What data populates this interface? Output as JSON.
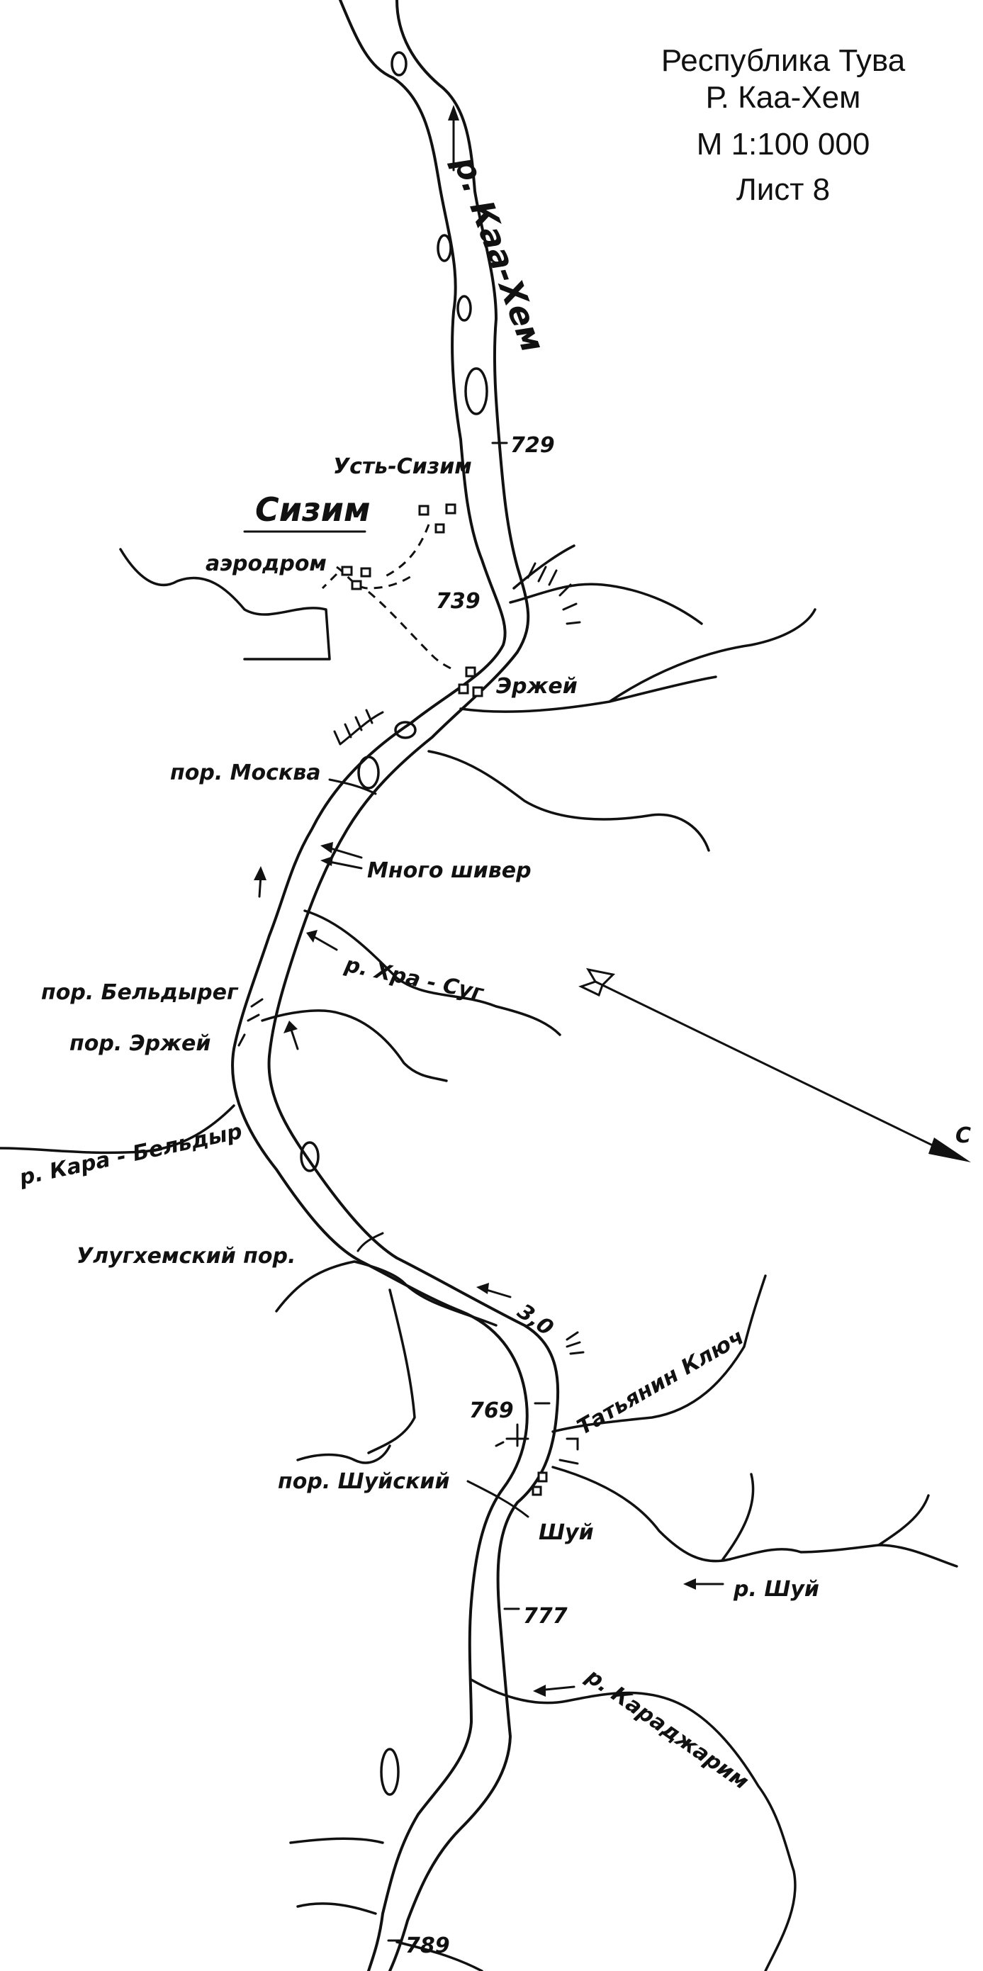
{
  "map_title": {
    "line1": "Республика Тува",
    "line2": "Р. Каа-Хем",
    "line3": "М 1:100 000",
    "line4": "Лист 8"
  },
  "rivers": {
    "main": "р. Каа-Хем",
    "khra_sug": "р. Хра - Суг",
    "kara_beldyr": "р. Кара - Бельдыр",
    "tatyanin": "Татьянин Ключ",
    "shui": "р. Шуй",
    "karadzharim": "р. Караджарим"
  },
  "settlements": {
    "sizim": "Сизим",
    "ust_sizim": "Усть-Сизим",
    "airfield": "аэродром",
    "erzhei": "Эржей",
    "shui": "Шуй"
  },
  "rapids": {
    "moskva": "пор. Москва",
    "mnogo_shiver": "Много шивер",
    "beldyreg": "пор. Бельдырег",
    "erzhei": "пор. Эржей",
    "ulugkhem": "Улугхемский пор.",
    "shuisky": "пор. Шуйский"
  },
  "kilometres": {
    "km729": "729",
    "km739": "739",
    "km769": "769",
    "km777": "777",
    "km789": "789"
  },
  "current_speed": "3,0",
  "north_label": "С",
  "colors": {
    "ink": "#111111",
    "paper": "#ffffff"
  }
}
